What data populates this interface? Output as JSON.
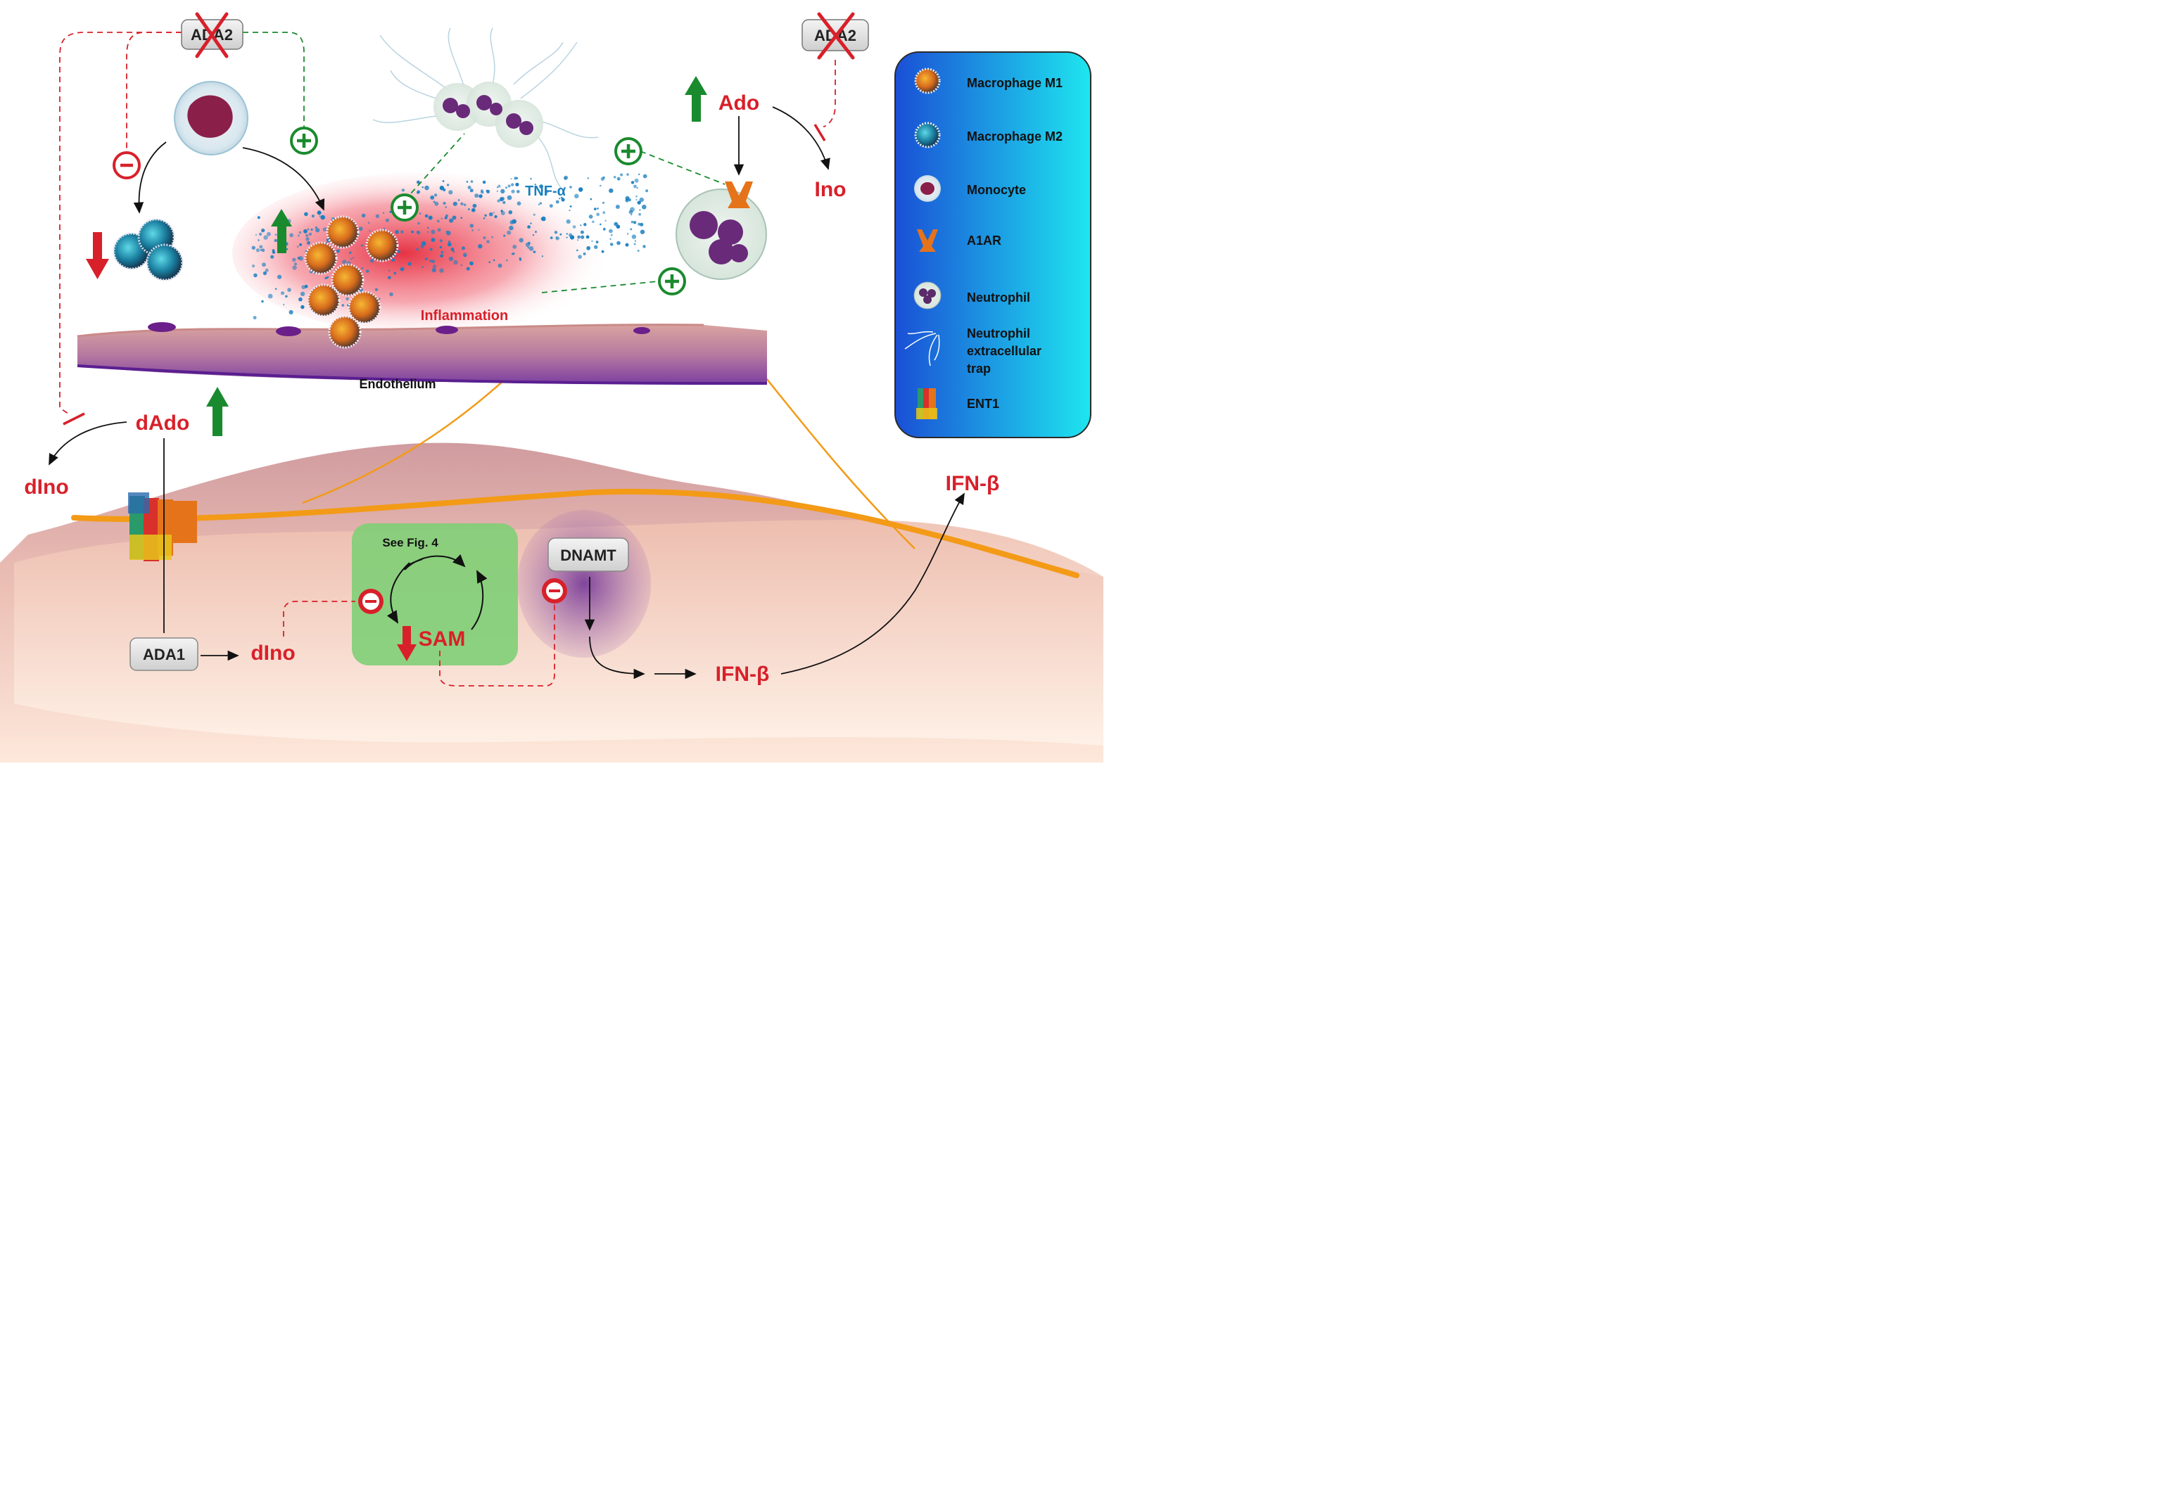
{
  "labels": {
    "ada2_left": "ADA2",
    "ada2_right": "ADA2",
    "tnf": "TNF-α",
    "inflammation": "Inflammation",
    "endothelium": "Endothelium",
    "ado": "Ado",
    "ino": "Ino",
    "dado": "dAdo",
    "dino_top": "dIno",
    "dino_bottom": "dIno",
    "ada1": "ADA1",
    "see_fig": "See Fig. 4",
    "sam": "SAM",
    "dnamt": "DNAMT",
    "ifn_inner": "IFN-β",
    "ifn_outer": "IFN-β"
  },
  "legend": {
    "items": [
      {
        "label": "Macrophage M1",
        "icon": "macrophage-m1-icon"
      },
      {
        "label": "Macrophage M2",
        "icon": "macrophage-m2-icon"
      },
      {
        "label": "Monocyte",
        "icon": "monocyte-icon"
      },
      {
        "label": "A1AR",
        "icon": "a1ar-icon"
      },
      {
        "label": "Neutrophil",
        "icon": "neutrophil-icon"
      },
      {
        "label": "Neutrophil extracellular trap",
        "icon": "net-icon"
      },
      {
        "label": "ENT1",
        "icon": "ent1-icon"
      }
    ]
  },
  "colors": {
    "red": "#d8202a",
    "green": "#1a8a2e",
    "tnf_blue": "#1a7fc0",
    "orange": "#f39a17",
    "legend_left": "#1a4fd6",
    "legend_right": "#1ee6ef"
  }
}
